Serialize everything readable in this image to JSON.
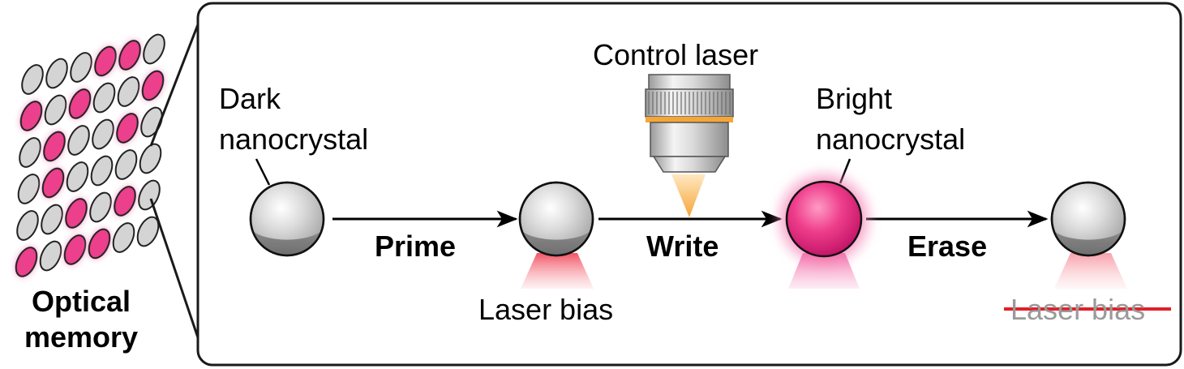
{
  "left_panel": {
    "caption_line1": "Optical",
    "caption_line2": "memory"
  },
  "labels": {
    "dark_line1": "Dark",
    "dark_line2": "nanocrystal",
    "control_laser": "Control laser",
    "bright_line1": "Bright",
    "bright_line2": "nanocrystal",
    "laser_bias": "Laser bias",
    "laser_bias_struck": "Laser bias"
  },
  "steps": {
    "prime": "Prime",
    "write": "Write",
    "erase": "Erase"
  },
  "colors": {
    "pink_bright": "#ec3f8c",
    "pink_glow": "#f7a3c9",
    "gray_sphere": "#d4d4d4",
    "laser_bias_red": "#f06a7a",
    "control_beam_orange": "#f5a637",
    "strike_red": "#e0202a",
    "panel_border": "#1a1a1a"
  },
  "icons": {
    "memory_grid": "ellipse-grid-icon",
    "objective": "microscope-objective-icon"
  }
}
